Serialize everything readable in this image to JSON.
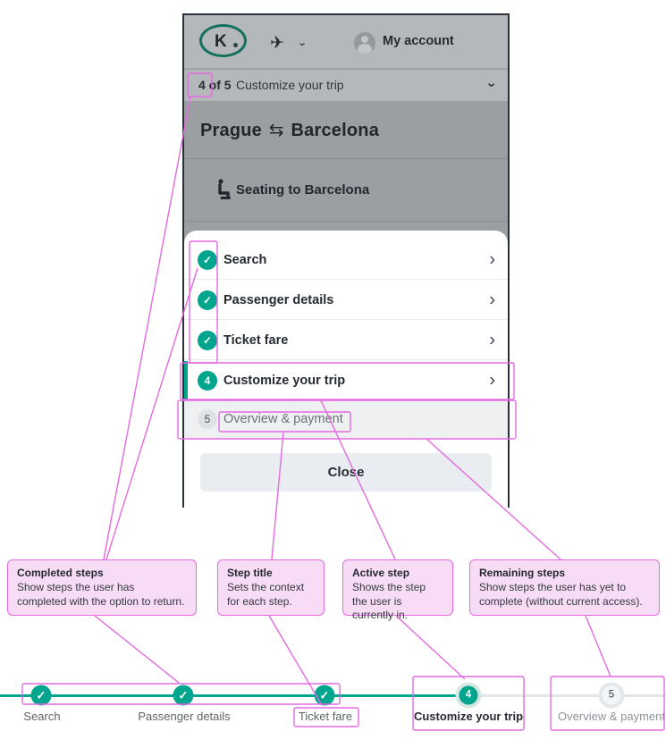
{
  "phone": {
    "header": {
      "logo_letter": "K",
      "plane_icon": "✈",
      "chevron_icon": "›",
      "my_account_label": "My account"
    },
    "collapsed_bar": {
      "step_counter": "4 of 5",
      "title": "Customize your trip"
    },
    "trip_title": {
      "from": "Prague",
      "swap_icon": "⇆",
      "to": "Barcelona"
    },
    "seat_card": {
      "label": "Seating to Barcelona"
    },
    "steps": [
      {
        "label": "Search",
        "state": "completed",
        "icon": "✓"
      },
      {
        "label": "Passenger details",
        "state": "completed",
        "icon": "✓"
      },
      {
        "label": "Ticket fare",
        "state": "completed",
        "icon": "✓"
      },
      {
        "label": "Customize your trip",
        "state": "active",
        "number": "4"
      },
      {
        "label": "Overview & payment",
        "state": "remaining",
        "number": "5"
      }
    ],
    "chevron_right_icon": "›",
    "close_label": "Close"
  },
  "callouts": [
    {
      "title": "Completed steps",
      "body": "Show steps the user has completed with the option to return."
    },
    {
      "title": "Step title",
      "body": "Sets the context for each step."
    },
    {
      "title": "Active step",
      "body": "Shows the step the user is currently in."
    },
    {
      "title": "Remaining steps",
      "body": "Show steps the user has yet to complete (without current access)."
    }
  ],
  "progress_bar": {
    "steps": [
      {
        "label": "Search",
        "state": "completed",
        "icon": "✓"
      },
      {
        "label": "Passenger details",
        "state": "completed",
        "icon": "✓"
      },
      {
        "label": "Ticket fare",
        "state": "completed",
        "icon": "✓"
      },
      {
        "label": "Customize your trip",
        "state": "active",
        "number": "4"
      },
      {
        "label": "Overview & payment",
        "state": "remaining",
        "number": "5"
      }
    ]
  },
  "colors": {
    "teal": "#00A58E",
    "teal_dark": "#14705F",
    "ink": "#252A31",
    "magenta": "#E36ADF",
    "magenta_fill": "#F8DBF5",
    "overlay_gray_light": "#B5B8BB",
    "overlay_gray_dark": "#9C9FA2",
    "remaining_row_bg": "#EEF0F2",
    "close_btn_bg": "#E9EDF1"
  }
}
